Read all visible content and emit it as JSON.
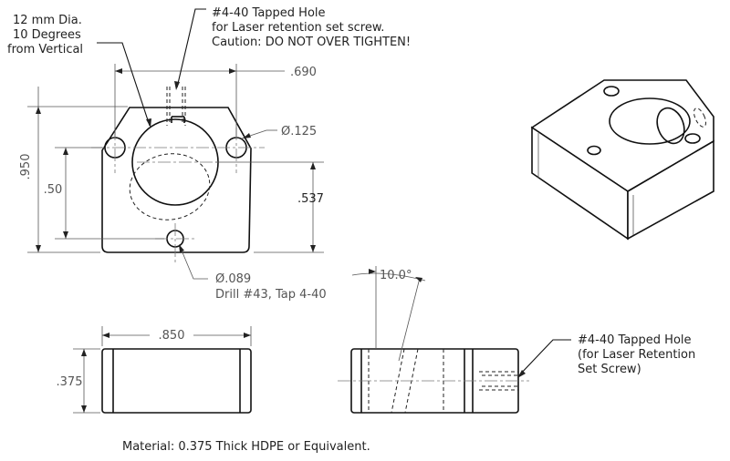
{
  "notes": {
    "lens_line1": "12 mm Dia.",
    "lens_line2": "10 Degrees",
    "lens_line3": "from Vertical",
    "tap_top_line1": "#4-40 Tapped Hole",
    "tap_top_line2": "for Laser retention set screw.",
    "tap_top_line3": "Caution: DO NOT OVER TIGHTEN!",
    "drill_line1": "Ø.089",
    "drill_line2": "Drill #43, Tap 4-40",
    "tap_side_line1": "#4-40 Tapped Hole",
    "tap_side_line2": "(for Laser Retention",
    "tap_side_line3": "Set Screw)",
    "material": "Material: 0.375 Thick HDPE  or Equivalent."
  },
  "dimensions": {
    "width_690": ".690",
    "height_950": ".950",
    "hole_dia_125": "Ø.125",
    "height_50": ".50",
    "height_537": ".537",
    "width_850": ".850",
    "thickness_375": ".375",
    "angle_10": "10.0°"
  }
}
